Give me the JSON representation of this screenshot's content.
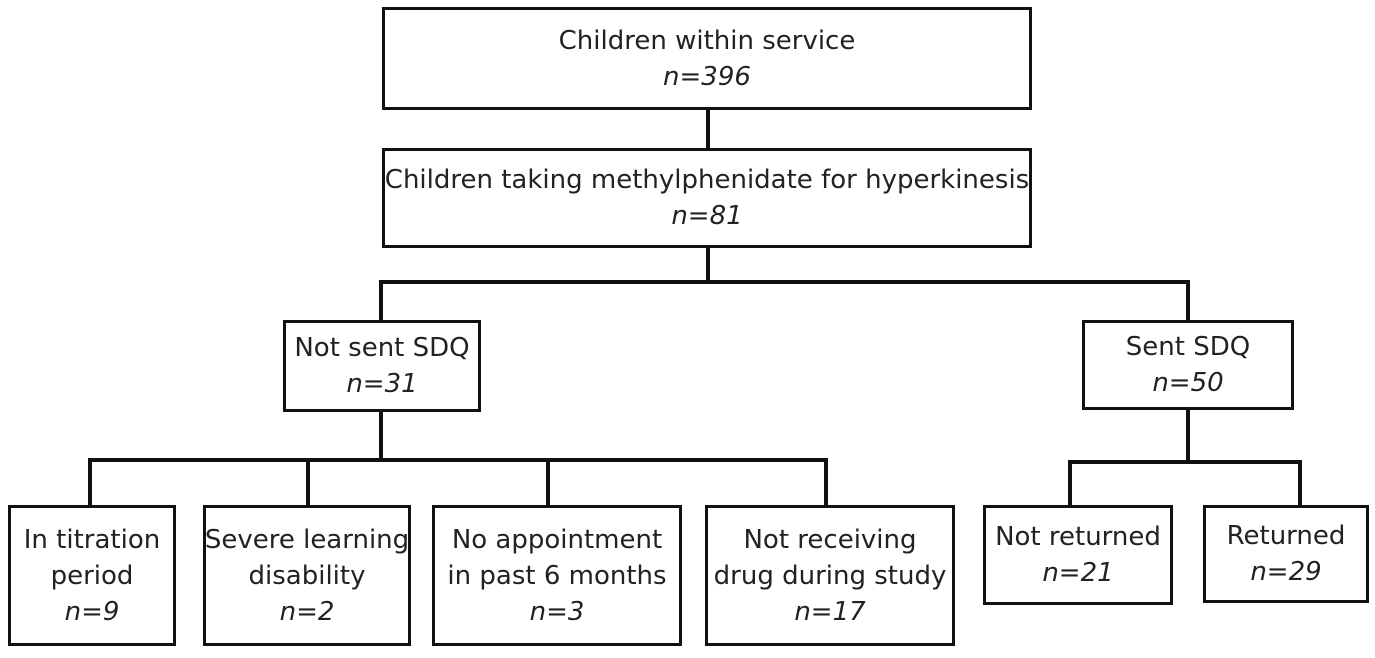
{
  "nodes": {
    "within_service": {
      "label": "Children within service",
      "n": "n=396"
    },
    "taking_mph": {
      "label": "Children taking methylphenidate for hyperkinesis",
      "n": "n=81"
    },
    "not_sent": {
      "label": "Not sent SDQ",
      "n": "n=31"
    },
    "sent": {
      "label": "Sent SDQ",
      "n": "n=50"
    },
    "titration": {
      "label_line1": "In titration",
      "label_line2": "period",
      "n": "n=9"
    },
    "learning": {
      "label_line1": "Severe learning",
      "label_line2": "disability",
      "n": "n=2"
    },
    "no_appointment": {
      "label_line1": "No appointment",
      "label_line2": "in past 6 months",
      "n": "n=3"
    },
    "not_receiving": {
      "label_line1": "Not receiving",
      "label_line2": "drug during study",
      "n": "n=17"
    },
    "not_returned": {
      "label": "Not returned",
      "n": "n=21"
    },
    "returned": {
      "label": "Returned",
      "n": "n=29"
    }
  }
}
